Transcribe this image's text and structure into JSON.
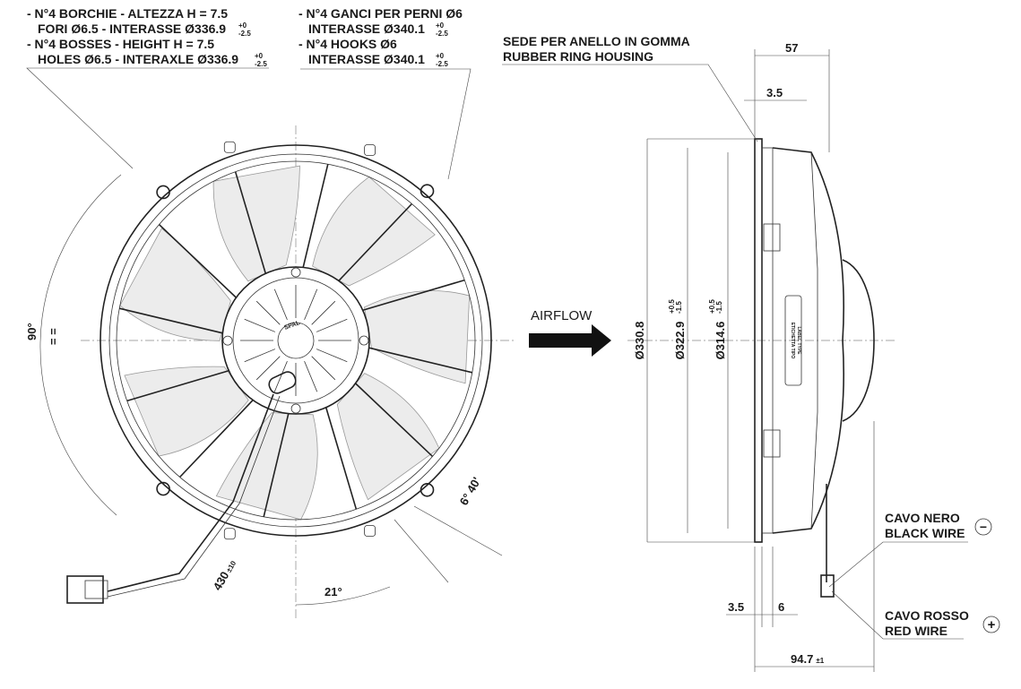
{
  "notes": {
    "bosses": [
      {
        "text": "- N°4 BORCHIE - ALTEZZA H = 7.5"
      },
      {
        "text": "FORI Ø6.5 - INTERASSE Ø336.9",
        "tol_up": "+0",
        "tol_down": "-2.5"
      },
      {
        "text": "- N°4 BOSSES - HEIGHT H = 7.5"
      },
      {
        "text": "HOLES Ø6.5 - INTERAXLE Ø336.9",
        "tol_up": "+0",
        "tol_down": "-2.5"
      }
    ],
    "hooks": [
      {
        "text": "- N°4 GANCI PER PERNI Ø6"
      },
      {
        "text": "INTERASSE Ø340.1",
        "tol_up": "+0",
        "tol_down": "-2.5"
      },
      {
        "text": "- N°4 HOOKS Ø6"
      },
      {
        "text": "INTERASSE Ø340.1",
        "tol_up": "+0",
        "tol_down": "-2.5"
      }
    ],
    "rubber_ring": [
      "SEDE PER ANELLO IN GOMMA",
      "RUBBER RING HOUSING"
    ]
  },
  "front_view": {
    "angle_90": "90°",
    "equal_marks": "= =",
    "angle_21": "21°",
    "angle_6_40": "6° 40'",
    "cable_length": "430",
    "cable_tol": "±10",
    "airflow": "AIRFLOW",
    "brand": "SPAL"
  },
  "side_view": {
    "dim_57": "57",
    "dim_3_5_top": "3.5",
    "dia_330": "Ø330.8",
    "dia_322": "Ø322.9",
    "dia_322_tol_up": "+0.5",
    "dia_322_tol_down": "-1.5",
    "dia_314": "Ø314.6",
    "dia_314_tol_up": "+0.5",
    "dia_314_tol_down": "-1.5",
    "dim_3_5_bottom": "3.5",
    "dim_6": "6",
    "dim_94_7": "94.7",
    "dim_94_7_tol": "±1",
    "label_box": [
      "ETICHETTA TIPO",
      "LABEL TYPE"
    ]
  },
  "wires": {
    "black": [
      "CAVO NERO",
      "BLACK WIRE"
    ],
    "black_symbol": "−",
    "red": [
      "CAVO ROSSO",
      "RED WIRE"
    ],
    "red_symbol": "+"
  }
}
